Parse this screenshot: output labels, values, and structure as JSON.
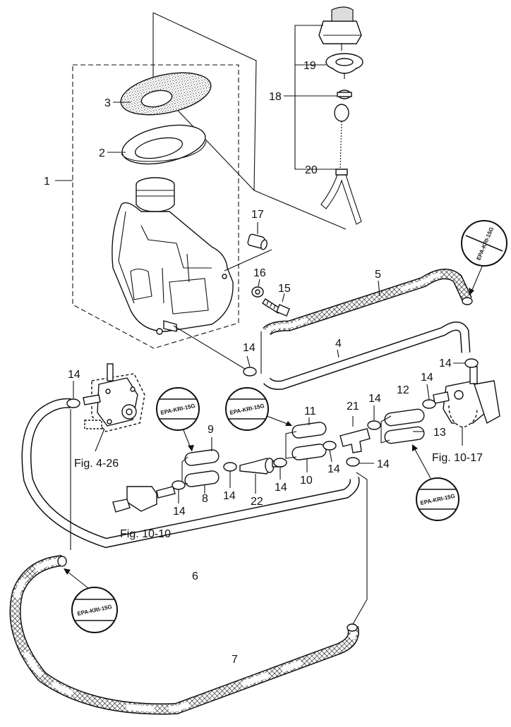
{
  "callouts": {
    "c1": "1",
    "c2": "2",
    "c3": "3",
    "c4": "4",
    "c5": "5",
    "c6": "6",
    "c7": "7",
    "c8": "8",
    "c9": "9",
    "c10": "10",
    "c11": "11",
    "c12": "12",
    "c13": "13",
    "c14": "14",
    "c15": "15",
    "c16": "16",
    "c17": "17",
    "c18": "18",
    "c19": "19",
    "c20": "20",
    "c21": "21",
    "c22": "22"
  },
  "figure_refs": {
    "fig_4_26": "Fig. 4-26",
    "fig_10_10": "Fig. 10-10",
    "fig_10_17": "Fig. 10-17"
  },
  "epa_badge": "EPA-KRI-15G"
}
